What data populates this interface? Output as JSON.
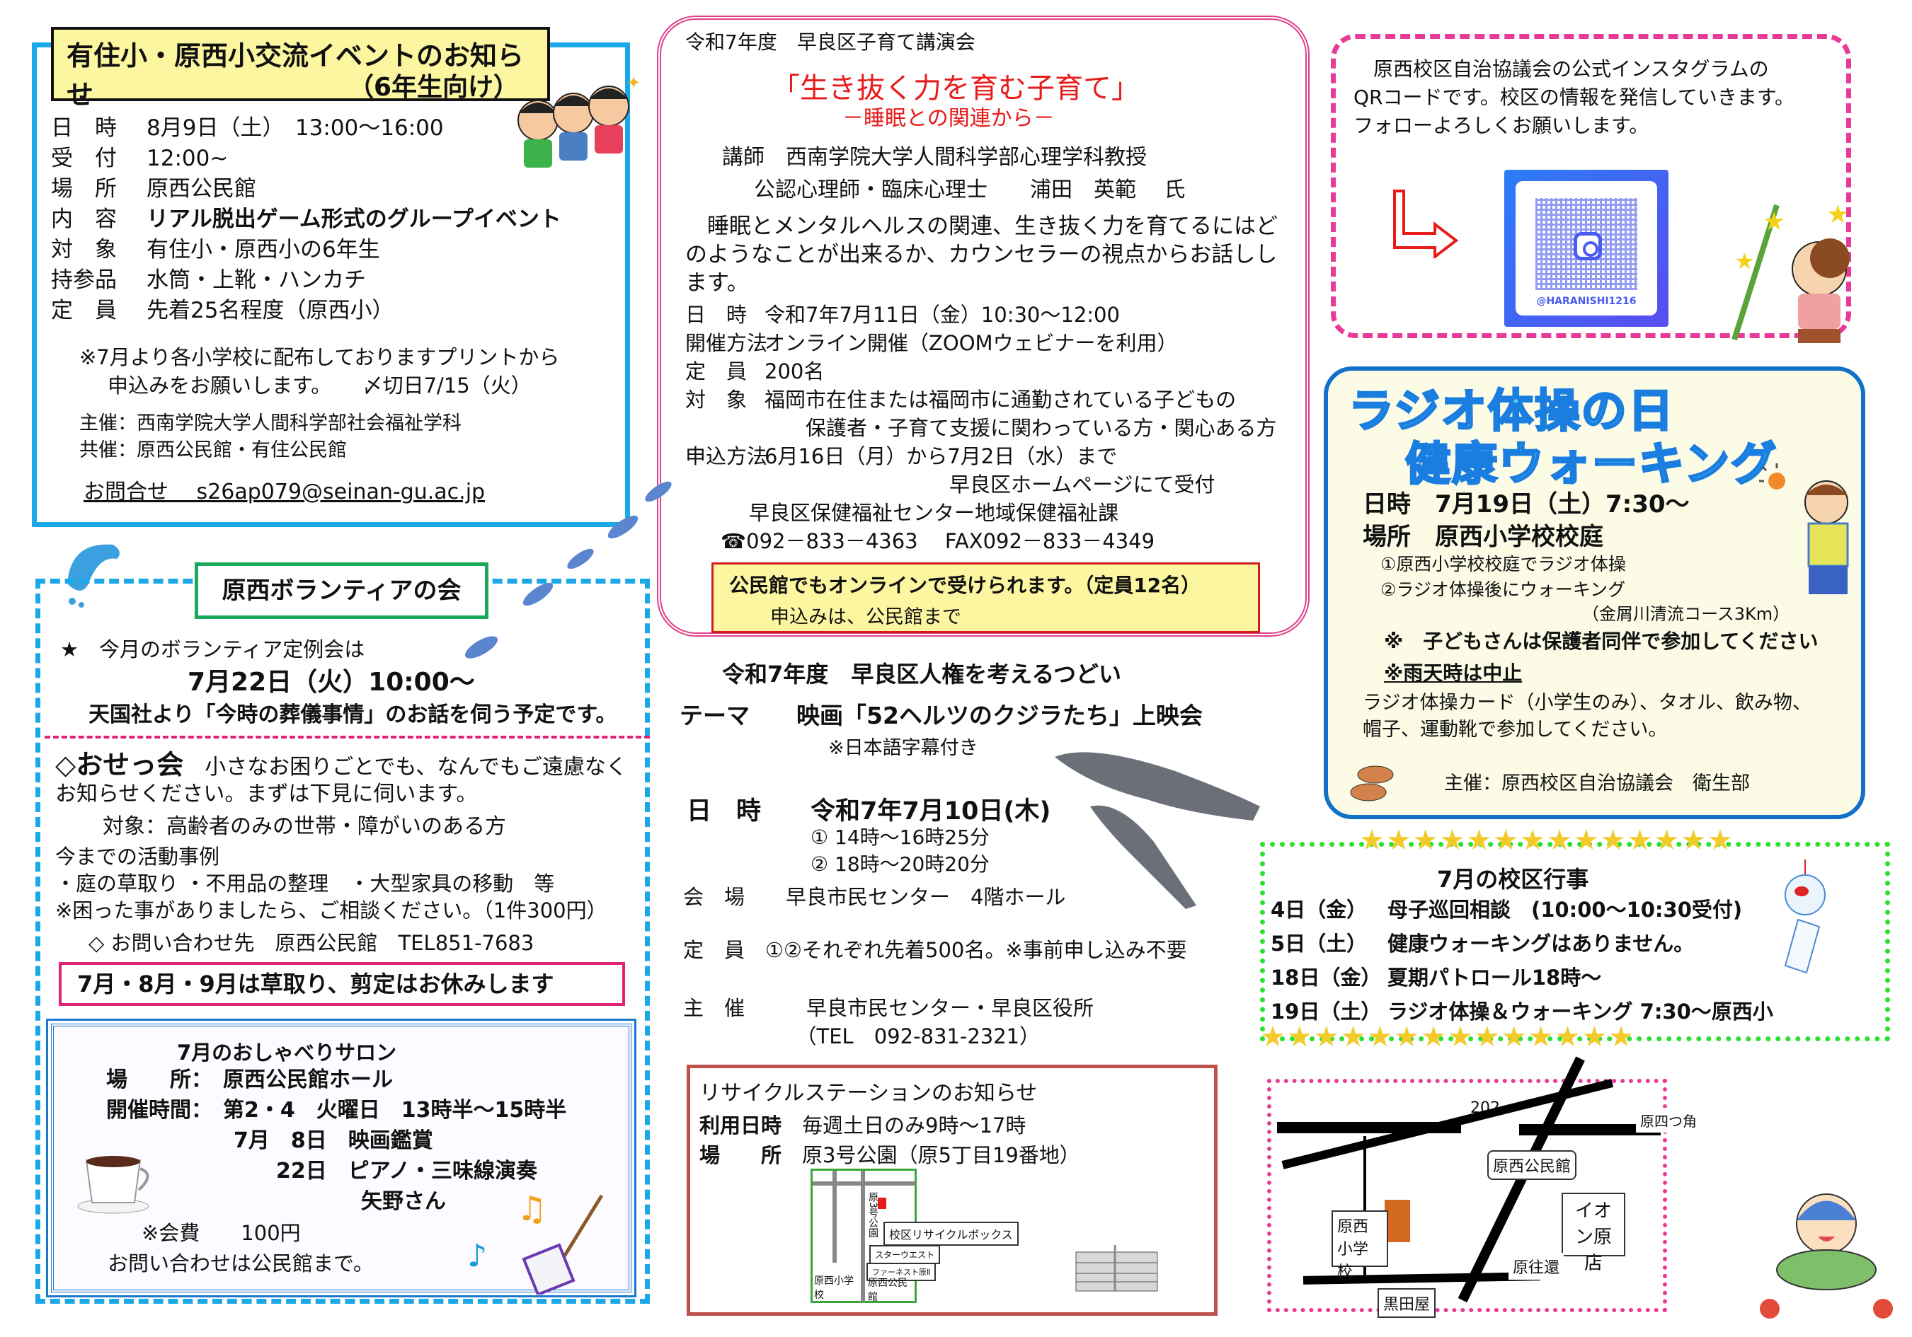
{
  "exchange_event": {
    "title": "有住小・原西小交流イベントのお知らせ",
    "subtitle": "（6年生向け）",
    "rows": [
      {
        "label": "日　時",
        "value": "8月9日（土）　13:00～16:00"
      },
      {
        "label": "受　付",
        "value": "12:00~"
      },
      {
        "label": "場　所",
        "value": "原西公民館"
      },
      {
        "label": "内　容",
        "value": "リアル脱出ゲーム形式のグループイベント"
      },
      {
        "label": "対　象",
        "value": "有住小・原西小の6年生"
      },
      {
        "label": "持参品",
        "value": "水筒・上靴・ハンカチ"
      },
      {
        "label": "定　員",
        "value": "先着25名程度（原西小）"
      }
    ],
    "note_line1": "※7月より各小学校に配布しておりますプリントから",
    "note_line2": "申込みをお願いします。　　〆切日7/15（火）",
    "organizer": "主催：西南学院大学人間科学部社会福祉学科",
    "co_organizer": "共催：原西公民館・有住公民館",
    "contact": "お問合せ　 s26ap079@seinan-gu.ac.jp"
  },
  "parenting_lecture": {
    "header": "令和7年度　早良区子育て講演会",
    "title": "「生き抜く力を育む子育て」",
    "subtitle": "－睡眠との関連から－",
    "lecturer_line1": "講師　西南学院大学人間科学部心理学科教授",
    "lecturer_line2": "公認心理師・臨床心理士　　浦田　英範　 氏",
    "description": "　睡眠とメンタルヘルスの関連、生き抜く力を育てるにはどのようなことが出来るか、カウンセラーの視点からお話しします。",
    "rows": [
      {
        "label": "日　時",
        "value": "令和7年7月11日（金）10:30～12:00"
      },
      {
        "label": "開催方法",
        "value": "オンライン開催（ZOOMウェビナーを利用）"
      },
      {
        "label": "定　員",
        "value": "200名"
      },
      {
        "label": "対　象",
        "value": "福岡市在住または福岡市に通勤されている子どもの"
      },
      {
        "label": "",
        "value": "　　保護者・子育て支援に関わっている方・関心ある方"
      },
      {
        "label": "申込方法",
        "value": "6月16日（月）から7月2日（水）まで"
      },
      {
        "label": "",
        "value": "　　　　　　　　　早良区ホームページにて受付"
      }
    ],
    "office": "早良区保健福祉センター地域保健福祉課",
    "phone": "☎092－833－4363　 FAX092－833－4349",
    "box_line1": "公民館でもオンラインで受けられます。（定員12名）",
    "box_line2": "申込みは、公民館まで"
  },
  "instagram": {
    "text_line1": "原西校区自治協議会の公式インスタグラムの",
    "text_line2": "QRコードです。校区の情報を発信していきます。",
    "text_line3": "フォローよろしくお願いします。",
    "handle": "@HARANISHI1216",
    "arrow_color": "#e81b1b"
  },
  "radio_exercise": {
    "title_line1": "ラジオ体操の日",
    "title_line2": "健康ウォーキング",
    "date": "日時　7月19日（土）7:30～",
    "place": "場所　原西小学校校庭",
    "step1": "①原西小学校校庭でラジオ体操",
    "step2": "②ラジオ体操後にウォーキング",
    "course": "（金屑川清流コース3Km）",
    "note1": "※　子どもさんは保護者同伴で参加してください",
    "note2": "※雨天時は中止",
    "items_line1": "ラジオ体操カード（小学生のみ）、タオル、飲み物、",
    "items_line2": "帽子、運動靴で参加してください。",
    "organizer": "主催：原西校区自治協議会　衛生部"
  },
  "school_events": {
    "title": "7月の校区行事",
    "rows": [
      {
        "day": "4日（金）",
        "event": "母子巡回相談　(10:00～10:30受付)"
      },
      {
        "day": "5日（土）",
        "event": "健康ウォーキングはありません。"
      },
      {
        "day": "18日（金）",
        "event": "夏期パトロール18時～"
      },
      {
        "day": "19日（土）",
        "event": "ラジオ体操＆ウォーキング 7:30～原西小"
      }
    ],
    "stars": "★★★★★★★★★★★★★★"
  },
  "volunteer": {
    "title": "原西ボランティアの会",
    "meeting_line1": "★　今月のボランティア定例会は",
    "meeting_date": "7月22日（火）10:00～",
    "meeting_line3": "天国社より「今時の葬儀事情」のお話を伺う予定です。",
    "osekkai_title": "◇おせっ会",
    "osekkai_text1": "　小さなお困りごとでも、なんでもご遠慮なく",
    "osekkai_text2": "お知らせください。まずは下見に伺います。",
    "target": "対象：高齢者のみの世帯・障がいのある方",
    "cases_title": "今までの活動事例",
    "cases_list": "・庭の草取り ・不用品の整理　・大型家具の移動　等",
    "cases_note": "※困った事がありましたら、ご相談ください。（1件300円）",
    "contact": "◇ お問い合わせ先　原西公民館　TEL851-7683",
    "notice": "7月・8月・9月は草取り、剪定はお休みします"
  },
  "salon": {
    "title": "7月のおしゃべりサロン",
    "rows": [
      "場　　所：　原西公民館ホール",
      "開催時間：　第2・4　火曜日　13時半～15時半",
      "　　　　　　7月　8日　映画鑑賞",
      "　　　　　　　　22日　ピアノ・三味線演奏",
      "　　　　　　　　　　　　矢野さん"
    ],
    "fee": "※会費　　100円",
    "inquiry": "お問い合わせは公民館まで。"
  },
  "human_rights": {
    "header": "令和7年度　早良区人権を考えるつどい",
    "theme": "テーマ　　映画「52ヘルツのクジラたち」上映会",
    "subtitle": "※日本語字幕付き",
    "date": "日　時　　令和7年7月10日(木)",
    "time1": "① 14時～16時25分",
    "time2": "② 18時～20時20分",
    "venue": "会　場　　早良市民センター　4階ホール",
    "capacity": "定　員　①②それぞれ先着500名。※事前申し込み不要",
    "organizer": "主　催　　　早良市民センター・早良区役所",
    "tel": "　　　　　　（TEL　092-831-2321）"
  },
  "recycle": {
    "title": "リサイクルステーションのお知らせ",
    "rows": [
      {
        "label": "利用日時",
        "value": "毎週土日のみ9時～17時"
      },
      {
        "label": "場　　所",
        "value": "原3号公園（原5丁目19番地）"
      }
    ],
    "map": {
      "park": "原3号公園",
      "box": "校区リサイクルボックス",
      "star_west": "スターウエスト",
      "firnest": "ファーネスト原Ⅱ",
      "school": "原西小学校",
      "hall": "原西公民館"
    }
  },
  "access_map": {
    "route": "202",
    "corner": "原四つ角",
    "hall": "原西公民館",
    "school": "原西小学校",
    "aeon": "イオン原店",
    "haraokan": "原往還",
    "kurodaya": "黒田屋"
  }
}
